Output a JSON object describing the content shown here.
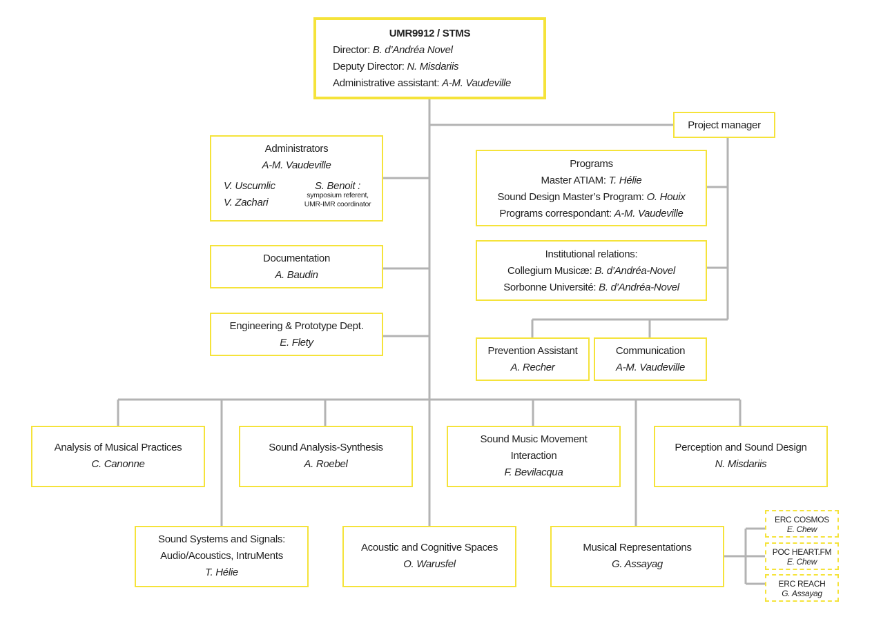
{
  "director_box": {
    "title": "UMR9912 / STMS",
    "director_label": "Director:",
    "director_name": "B. d’Andréa Novel",
    "deputy_label": "Deputy Director:",
    "deputy_name": "N. Misdariis",
    "assistant_label": "Administrative assistant:",
    "assistant_name": "A-M. Vaudeville"
  },
  "project_manager": {
    "title": "Project manager"
  },
  "administrators": {
    "title": "Administrators",
    "lead": "A-M. Vaudeville",
    "member1": "V. Uscumlic",
    "member2": "V. Zachari",
    "member3": "S. Benoit :",
    "member3_note1": "symposium referent,",
    "member3_note2": "UMR-IMR coordinator"
  },
  "documentation": {
    "title": "Documentation",
    "name": "A. Baudin"
  },
  "engineering": {
    "title": "Engineering & Prototype Dept.",
    "name": "E. Flety"
  },
  "programs": {
    "title": "Programs",
    "line1_label": "Master ATIAM:",
    "line1_name": "T. Hélie",
    "line2_label": "Sound Design Master’s Program:",
    "line2_name": "O. Houix",
    "line3_label": "Programs correspondant:",
    "line3_name": "A-M. Vaudeville"
  },
  "institutional": {
    "title": "Institutional relations:",
    "line1_label": "Collegium Musicæ:",
    "line1_name": "B. d’Andréa-Novel",
    "line2_label": "Sorbonne Université:",
    "line2_name": "B. d’Andréa-Novel"
  },
  "prevention": {
    "title": "Prevention Assistant",
    "name": "A. Recher"
  },
  "communication": {
    "title": "Communication",
    "name": "A-M. Vaudeville"
  },
  "teams_row1": [
    {
      "title": "Analysis of Musical Practices",
      "name": "C. Canonne"
    },
    {
      "title": "Sound Analysis-Synthesis",
      "name": "A. Roebel"
    },
    {
      "title": "Sound Music Movement",
      "title2": "Interaction",
      "name": "F. Bevilacqua"
    },
    {
      "title": "Perception and Sound Design",
      "name": "N. Misdariis"
    }
  ],
  "teams_row2": [
    {
      "title": "Sound Systems and Signals:",
      "title2": "Audio/Acoustics, IntruMents",
      "name": "T. Hélie"
    },
    {
      "title": "Acoustic and Cognitive Spaces",
      "name": "O. Warusfel"
    },
    {
      "title": "Musical Representations",
      "name": "G. Assayag"
    }
  ],
  "projects": [
    {
      "title": "ERC COSMOS",
      "name": "E. Chew"
    },
    {
      "title": "POC HEART.FM",
      "name": "E. Chew"
    },
    {
      "title": "ERC REACH",
      "name": "G. Assayag"
    }
  ],
  "colors": {
    "box_border": "#f5e33a",
    "connector": "#b3b3b3"
  }
}
